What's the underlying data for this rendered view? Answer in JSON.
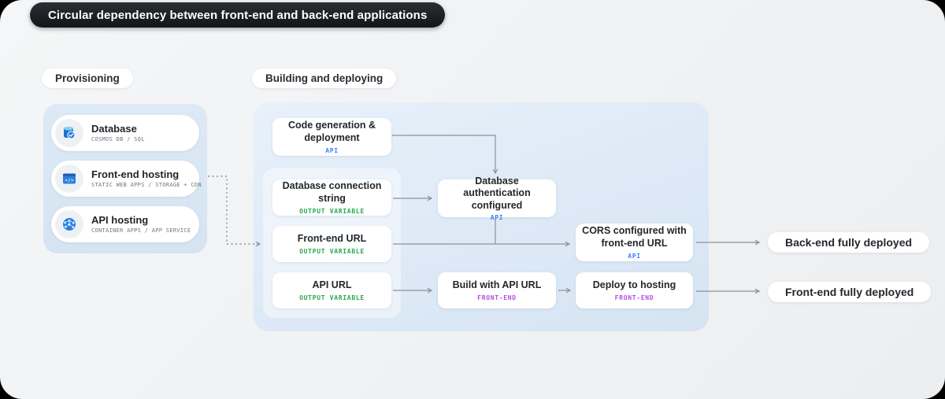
{
  "title_banner": "Circular dependency between front-end and back-end applications",
  "section_labels": {
    "provisioning": "Provisioning",
    "building": "Building and deploying"
  },
  "provisioning_cards": [
    {
      "title": "Database",
      "subtitle": "COSMOS DB / SQL",
      "icon": "database-icon"
    },
    {
      "title": "Front-end hosting",
      "subtitle": "STATIC WEB APPS / STORAGE + CDN",
      "icon": "code-window-icon"
    },
    {
      "title": "API hosting",
      "subtitle": "CONTAINER APPS / APP SERVICE",
      "icon": "globe-network-icon"
    }
  ],
  "flow_nodes": {
    "code_generation": {
      "title": "Code generation & deployment",
      "tag": "API"
    },
    "db_connection_string": {
      "title": "Database connection string",
      "tag": "OUTPUT VARIABLE"
    },
    "front_end_url": {
      "title": "Front-end URL",
      "tag": "OUTPUT VARIABLE"
    },
    "api_url": {
      "title": "API URL",
      "tag": "OUTPUT VARIABLE"
    },
    "db_auth": {
      "title": "Database authentication configured",
      "tag": "API"
    },
    "cors": {
      "title": "CORS configured with front-end URL",
      "tag": "API"
    },
    "build": {
      "title": "Build with API URL",
      "tag": "FRONT-END"
    },
    "deploy": {
      "title": "Deploy to hosting",
      "tag": "FRONT-END"
    }
  },
  "outcome_pills": [
    {
      "label": "Back-end fully deployed"
    },
    {
      "label": "Front-end fully deployed"
    }
  ],
  "colors": {
    "tag_api": "#3b82f6",
    "tag_output": "#27a84e",
    "tag_frontend": "#b14fe0",
    "arrow": "#8b9199"
  }
}
